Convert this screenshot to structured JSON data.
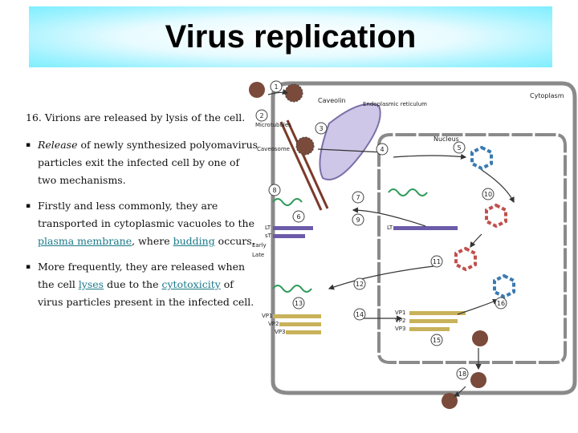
{
  "title": "Virus replication",
  "text": {
    "lead": "16. Virions are released by lysis of the cell.",
    "bullet1": {
      "em": "Release",
      "rest_line1": " of newly synthesized polyomavirus",
      "line2": "particles exit the infected cell by one of",
      "line3": "two mechanisms."
    },
    "bullet2": {
      "line1": "Firstly and less commonly, they are",
      "line2": "transported in cytoplasmic vacuoles to the",
      "link1": "plasma membrane",
      "mid": ", where ",
      "link2": "budding",
      "end": " occurs."
    },
    "bullet3": {
      "line1": "More frequently, they are released when",
      "pre": "the cell ",
      "link1": "lyses",
      "mid": " due to the ",
      "link2": "cytotoxicity",
      "end": " of",
      "line3": "virus particles present in the infected cell."
    }
  },
  "diagram": {
    "labels": {
      "caveolin": "Caveolin",
      "er": "Endoplasmic reticulum",
      "cytoplasm": "Cytoplasm",
      "microtubules": "Microtubules",
      "caveosome": "Caveosome",
      "nucleus": "Nucleus",
      "lt": "LT",
      "st": "sT",
      "early": "Early",
      "late": "Late",
      "lt2": "LT",
      "vp1_left": "VP1",
      "vp2_left": "VP2",
      "vp3_left": "VP3",
      "vp1_right": "VP1",
      "vp2_right": "VP2",
      "vp3_right": "VP3"
    },
    "steps": [
      "1",
      "2",
      "3",
      "4",
      "5",
      "6",
      "7",
      "8",
      "9",
      "10",
      "11",
      "12",
      "13",
      "14",
      "15",
      "16",
      "18"
    ]
  },
  "colors": {
    "title_band": "#7feeff",
    "link": "#1a7a8a",
    "er_fill": "#cfc7e8",
    "protein_early": "#6b5ba8",
    "protein_late": "#c8b25a",
    "dna_green": "#2e9a5a",
    "virion": "#7a4a3a",
    "capsid_blue": "#3a7ab0",
    "capsid_red": "#c0504d"
  }
}
